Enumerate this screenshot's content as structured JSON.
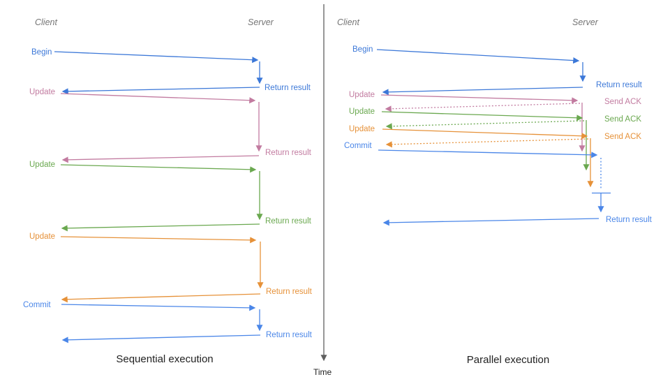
{
  "colors": {
    "blue": "#3c78d8",
    "light_blue": "#4a86e8",
    "pink": "#c27ba0",
    "green": "#6aa84f",
    "orange": "#e69138",
    "axis_gray": "#5f5f5f",
    "header_gray": "#757575",
    "caption_black": "#222222"
  },
  "time_axis": {
    "label": "Time"
  },
  "left_panel": {
    "title": "Sequential execution",
    "client_header": "Client",
    "server_header": "Server",
    "messages": [
      {
        "label": "Begin",
        "response": "Return result",
        "color": "blue"
      },
      {
        "label": "Update",
        "response": "Return result",
        "color": "pink"
      },
      {
        "label": "Update",
        "response": "Return result",
        "color": "green"
      },
      {
        "label": "Update",
        "response": "Return result",
        "color": "orange"
      },
      {
        "label": "Commit",
        "response": "Return result",
        "color": "light_blue"
      }
    ]
  },
  "right_panel": {
    "title": "Parallel execution",
    "client_header": "Client",
    "server_header": "Server",
    "messages": [
      {
        "label": "Begin",
        "response": "Return result",
        "color": "blue"
      },
      {
        "label": "Update",
        "response": "Send ACK",
        "color": "pink"
      },
      {
        "label": "Update",
        "response": "Send ACK",
        "color": "green"
      },
      {
        "label": "Update",
        "response": "Send ACK",
        "color": "orange"
      },
      {
        "label": "Commit",
        "response": "Return result",
        "color": "light_blue"
      }
    ]
  }
}
